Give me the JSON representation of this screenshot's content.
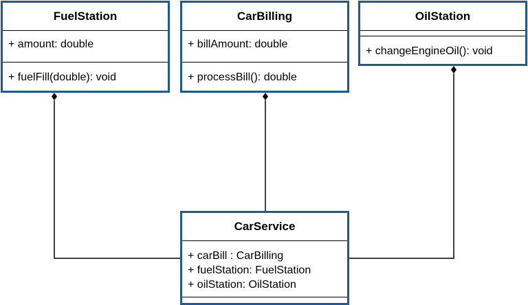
{
  "diagram_type": "UML class diagram",
  "colors": {
    "class_border": "#1f5a96",
    "connector": "#000000",
    "background": "#ffffff"
  },
  "classes": {
    "fuel_station": {
      "name": "FuelStation",
      "attributes": [
        "+ amount: double"
      ],
      "operations": [
        "+ fuelFill(double): void"
      ]
    },
    "car_billing": {
      "name": "CarBilling",
      "attributes": [
        "+ billAmount: double"
      ],
      "operations": [
        "+ processBill(): double"
      ]
    },
    "oil_station": {
      "name": "OilStation",
      "attributes": [],
      "operations": [
        "+ changeEngineOil(): void"
      ]
    },
    "car_service": {
      "name": "CarService",
      "attributes": [
        "+ carBill : CarBilling",
        "+ fuelStation: FuelStation",
        "+ oilStation: OilStation"
      ],
      "operations": []
    }
  },
  "relationships": [
    {
      "type": "composition",
      "whole": "FuelStation",
      "part": "CarService"
    },
    {
      "type": "composition",
      "whole": "CarBilling",
      "part": "CarService"
    },
    {
      "type": "composition",
      "whole": "OilStation",
      "part": "CarService"
    }
  ]
}
